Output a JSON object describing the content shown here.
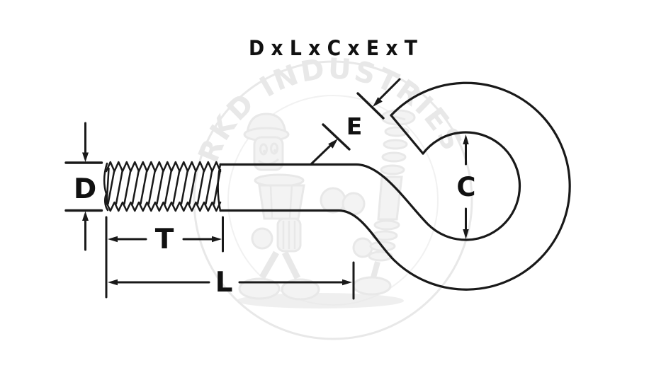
{
  "title": "D x L x C x E x T",
  "dimensions": {
    "shank_diameter_label": "D",
    "thread_length_label": "T",
    "overall_length_label": "L",
    "eye_inner_diameter_label": "C",
    "eye_opening_label": "E"
  },
  "watermark": {
    "arc_text": "RKD INDUSTRIES"
  },
  "colors": {
    "line_art": "#191919",
    "label_text": "#111111",
    "watermark_gray": "#e8e8e8",
    "background": "#ffffff"
  }
}
